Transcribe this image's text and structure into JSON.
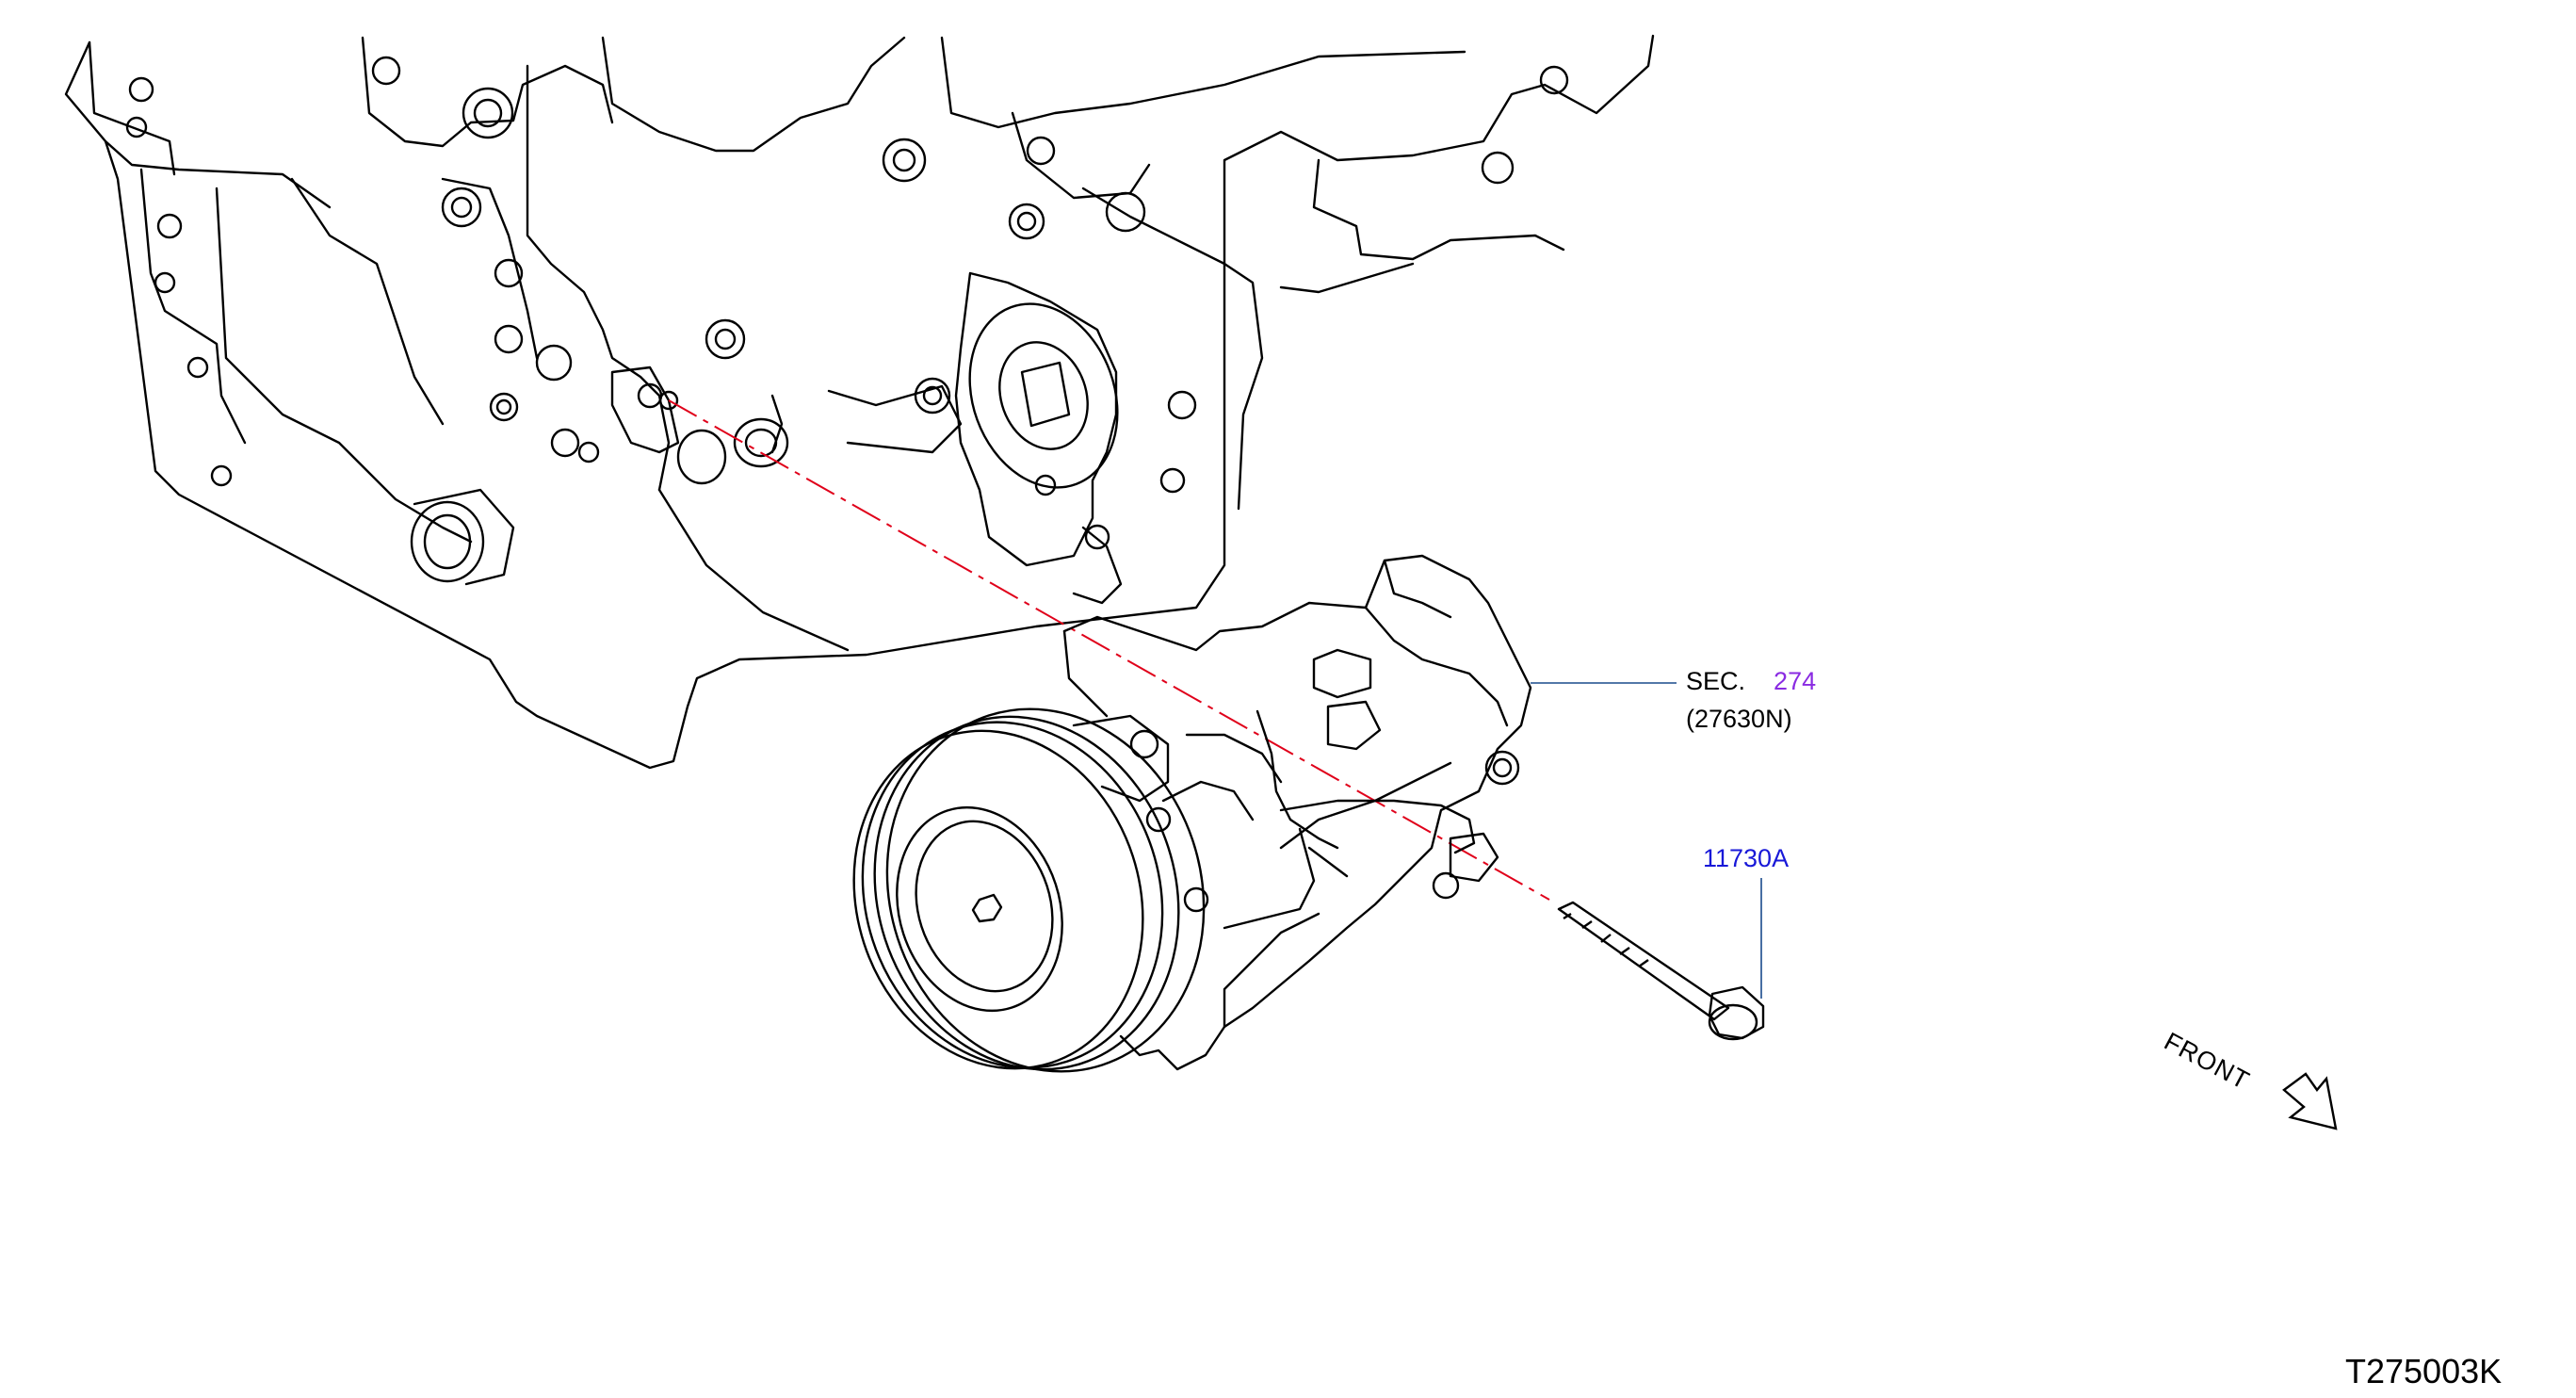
{
  "diagram": {
    "callouts": {
      "sec_prefix": "SEC.",
      "sec_number": "274",
      "sec_part": "(27630N)",
      "bolt_part": "11730A"
    },
    "front_label": "FRONT",
    "figure_id": "T275003K"
  },
  "colors": {
    "line": "#000000",
    "leader": "#1a4b8c",
    "centerline": "#e0001a",
    "sec_number": "#8a2be2",
    "part_link": "#1818d8"
  }
}
